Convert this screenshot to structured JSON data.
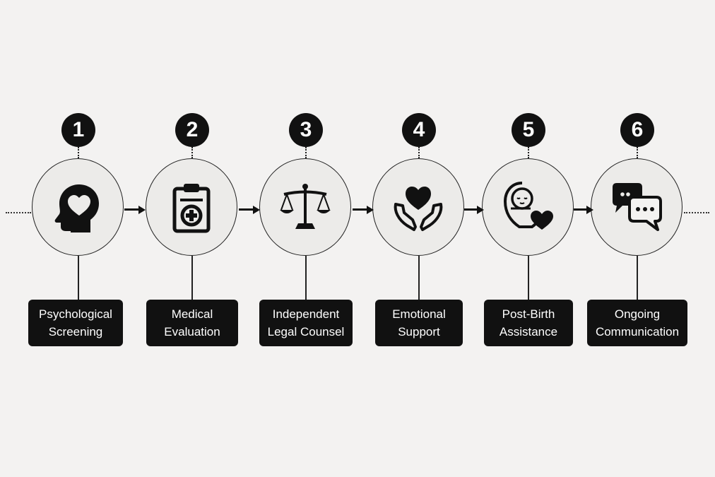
{
  "steps": [
    {
      "number": "1",
      "label": "Psychological\nScreening",
      "icon": "head-heart-icon"
    },
    {
      "number": "2",
      "label": "Medical\nEvaluation",
      "icon": "clipboard-medical-icon"
    },
    {
      "number": "3",
      "label": "Independent\nLegal Counsel",
      "icon": "scales-icon"
    },
    {
      "number": "4",
      "label": "Emotional\nSupport",
      "icon": "hands-heart-icon"
    },
    {
      "number": "5",
      "label": "Post-Birth\nAssistance",
      "icon": "baby-heart-icon"
    },
    {
      "number": "6",
      "label": "Ongoing\nCommunication",
      "icon": "chat-bubbles-icon"
    }
  ]
}
